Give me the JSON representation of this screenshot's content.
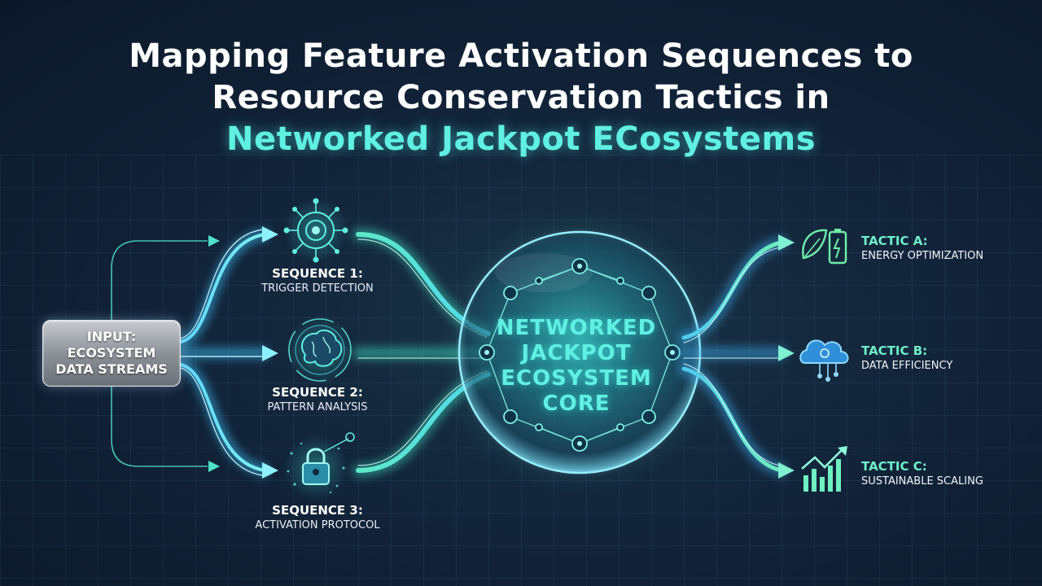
{
  "title": {
    "line1": "Mapping Feature Activation Sequences to",
    "line2": "Resource Conservation Tactics in",
    "line3": "Networked Jackpot ECosystems"
  },
  "input": {
    "line1": "INPUT:",
    "line2": "ECOSYSTEM",
    "line3": "DATA STREAMS"
  },
  "sequences": [
    {
      "title": "SEQUENCE 1:",
      "subtitle": "TRIGGER DETECTION",
      "icon": "network-hub-icon"
    },
    {
      "title": "SEQUENCE 2:",
      "subtitle": "PATTERN ANALYSIS",
      "icon": "brain-icon"
    },
    {
      "title": "SEQUENCE 3:",
      "subtitle": "ACTIVATION PROTOCOL",
      "icon": "padlock-icon"
    }
  ],
  "core": {
    "line1": "NETWORKED",
    "line2": "JACKPOT",
    "line3": "ECOSYSTEM",
    "line4": "CORE"
  },
  "tactics": [
    {
      "title": "TACTIC A:",
      "subtitle": "ENERGY OPTIMIZATION",
      "icon": "leaf-battery-icon"
    },
    {
      "title": "TACTIC B:",
      "subtitle": "DATA EFFICIENCY",
      "icon": "cloud-network-icon"
    },
    {
      "title": "TACTIC C:",
      "subtitle": "SUSTAINABLE SCALING",
      "icon": "growth-chart-icon"
    }
  ],
  "colors": {
    "accent_cyan": "#5ff0e2",
    "accent_green": "#6ef0c8",
    "flow_blue": "#6fd3ff",
    "background": "#12243a"
  }
}
